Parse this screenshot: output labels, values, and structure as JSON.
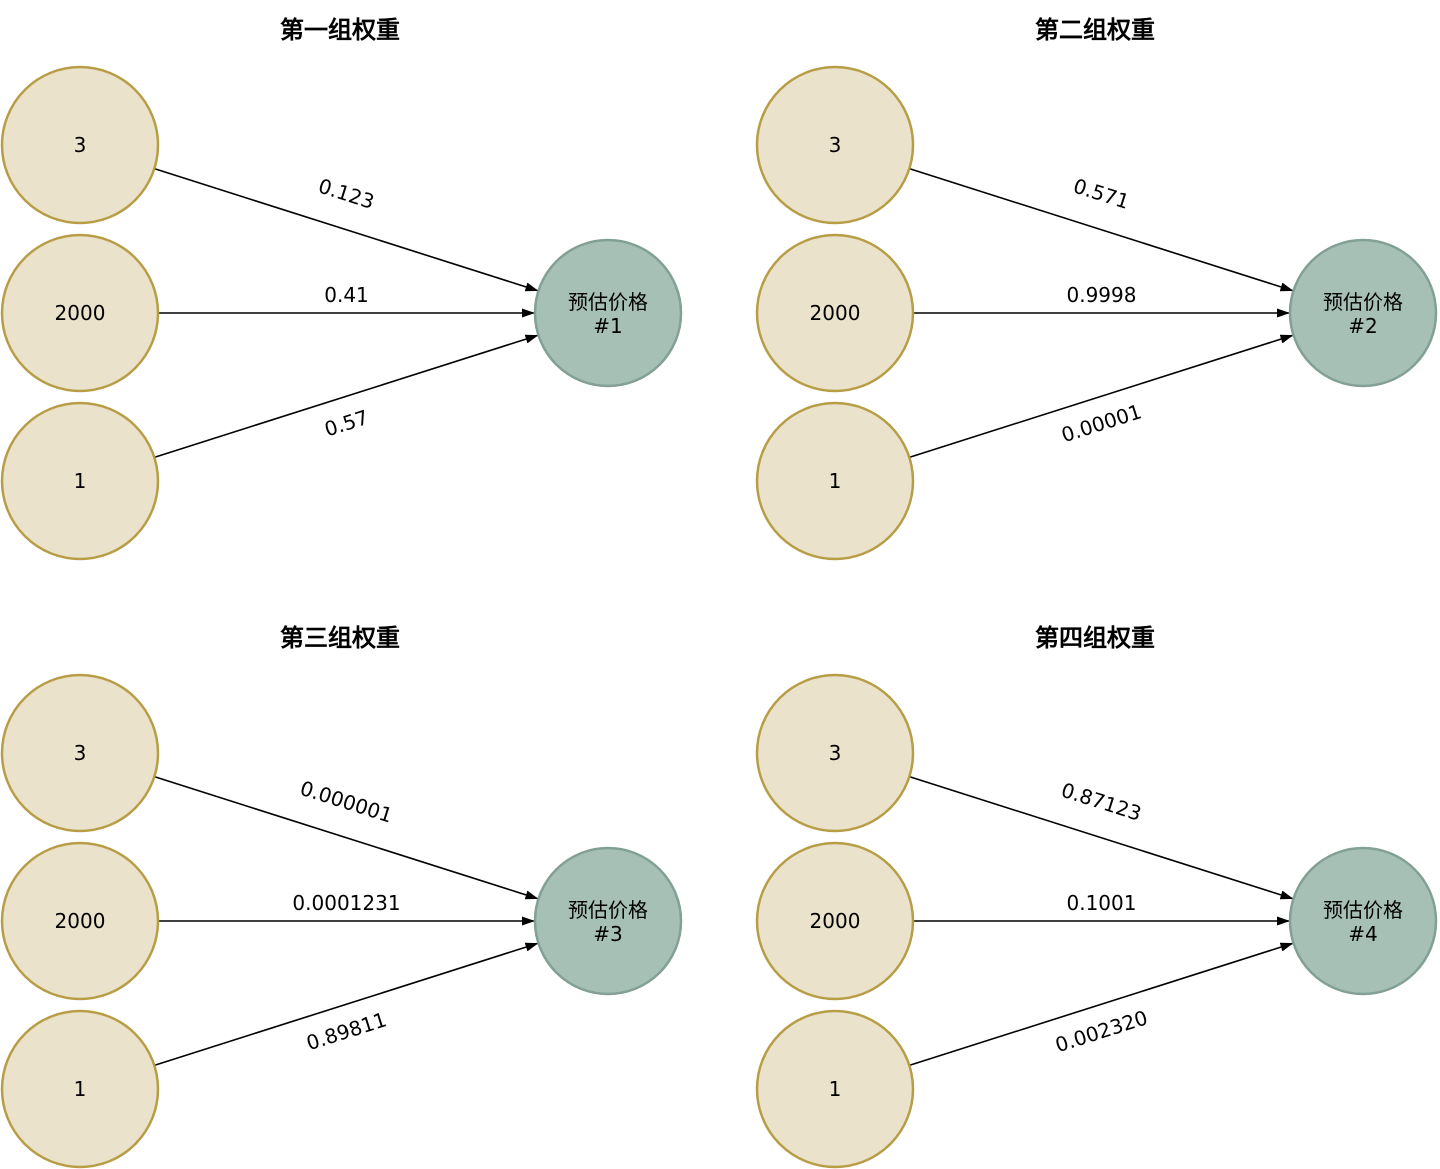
{
  "groups": [
    {
      "title": "第一组权重",
      "inputs": [
        "3",
        "2000",
        "1"
      ],
      "weights": [
        "0.123",
        "0.41",
        "0.57"
      ],
      "output_line1": "预估价格",
      "output_line2": "#1"
    },
    {
      "title": "第二组权重",
      "inputs": [
        "3",
        "2000",
        "1"
      ],
      "weights": [
        "0.571",
        "0.9998",
        "0.00001"
      ],
      "output_line1": "预估价格",
      "output_line2": "#2"
    },
    {
      "title": "第三组权重",
      "inputs": [
        "3",
        "2000",
        "1"
      ],
      "weights": [
        "0.000001",
        "0.0001231",
        "0.89811"
      ],
      "output_line1": "预估价格",
      "output_line2": "#3"
    },
    {
      "title": "第四组权重",
      "inputs": [
        "3",
        "2000",
        "1"
      ],
      "weights": [
        "0.87123",
        "0.1001",
        "0.002320"
      ],
      "output_line1": "预估价格",
      "output_line2": "#4"
    }
  ],
  "colors": {
    "background": "#ffffff",
    "input_fill": "#EAE2CB",
    "input_border": "#B79E46",
    "output_fill": "#A6C0B6",
    "output_border": "#82A094",
    "arrow": "#000000",
    "text": "#000000"
  }
}
